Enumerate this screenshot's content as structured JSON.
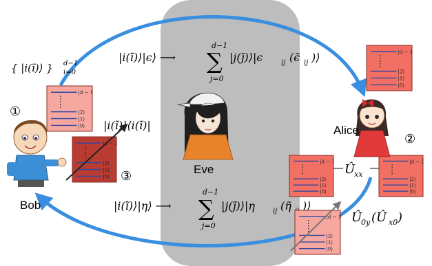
{
  "labels": {
    "bob": "Bob",
    "alice": "Alice",
    "eve": "Eve",
    "marker_bob": "①",
    "marker_alice": "②",
    "marker_measure": "③"
  },
  "formulas": {
    "basis_set": "{ |i(ĩ)⟩ }",
    "basis_sup": "d−1",
    "basis_sub": "i=0",
    "top_left": "|i(ĩ)⟩|ϵ⟩ ⟶",
    "top_sum_top": "d−1",
    "top_sum_bottom": "j=0",
    "top_right": "|j(j̃)⟩|ϵ",
    "top_right_sub": "ij",
    "top_right_tail": "(ϵ̃",
    "top_right_tail_sub": "ij",
    "top_right_end": ")⟩",
    "projector": "|i(ĩ)⟩⟨i(ĩ)|",
    "bottom_left": "|i(ĩ)⟩|η⟩ ⟶",
    "bottom_sum_top": "d−1",
    "bottom_sum_bottom": "j=0",
    "bottom_right": "|j(j̃)⟩|η",
    "bottom_right_sub": "ij",
    "bottom_right_tail": "(η̃",
    "bottom_right_tail_sub": "ij",
    "bottom_right_end": ")⟩",
    "u_xx": "Û",
    "u_xx_sub": "xx",
    "u_0y": "Û",
    "u_0y_sub": "0y",
    "u_x0_open": "(Û",
    "u_x0_sub": "x0",
    "u_x0_close": ")"
  },
  "level_labels": [
    "|d − 1",
    "|2⟩",
    "|1⟩",
    "|0⟩"
  ],
  "colors": {
    "arrow": "#3a8ee0",
    "eve_band": "#bdbdbd",
    "box_light": "#f26f63",
    "box_pale": "#f6a7a0",
    "box_dark": "#b93b31",
    "level_line": "#2f4aa0",
    "box_border": "#8a2a22"
  }
}
